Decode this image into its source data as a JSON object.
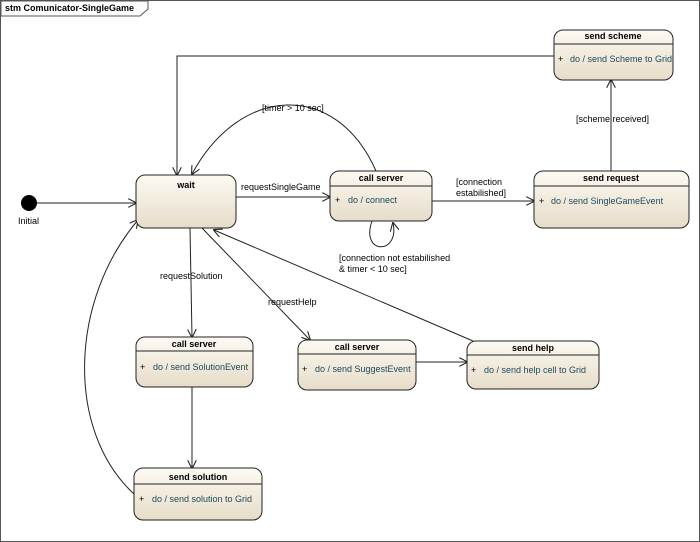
{
  "frame": {
    "label": "stm Comunicator-SingleGame"
  },
  "initial": {
    "label": "Initial"
  },
  "states": {
    "wait": {
      "title": "wait"
    },
    "call_server_connect": {
      "title": "call server",
      "activity": "do / connect"
    },
    "send_request": {
      "title": "send request",
      "activity": "do / send SingleGameEvent"
    },
    "send_scheme": {
      "title": "send scheme",
      "activity": "do / send Scheme to Grid"
    },
    "call_server_solution": {
      "title": "call server",
      "activity": "do / send SolutionEvent"
    },
    "call_server_suggest": {
      "title": "call server",
      "activity": "do / send SuggestEvent"
    },
    "send_help": {
      "title": "send help",
      "activity": "do / send help cell to Grid"
    },
    "send_solution": {
      "title": "send solution",
      "activity": "do / send solution to Grid"
    }
  },
  "activity_marker": "+",
  "transitions": {
    "request_single_game": "requestSingleGame",
    "timer_gt": "[timer > 10 sec]",
    "connection_established_1": "[connection",
    "connection_established_2": "estabilished]",
    "scheme_received": "[scheme received]",
    "not_established_1": "[connection not estabilished",
    "not_established_2": "&  timer < 10 sec]",
    "request_solution": "requestSolution",
    "request_help": "requestHelp"
  },
  "colors": {
    "state_fill_top": "#fdfaf3",
    "state_fill_bottom": "#e6dcc8",
    "state_stroke": "#222222",
    "line": "#222222"
  }
}
